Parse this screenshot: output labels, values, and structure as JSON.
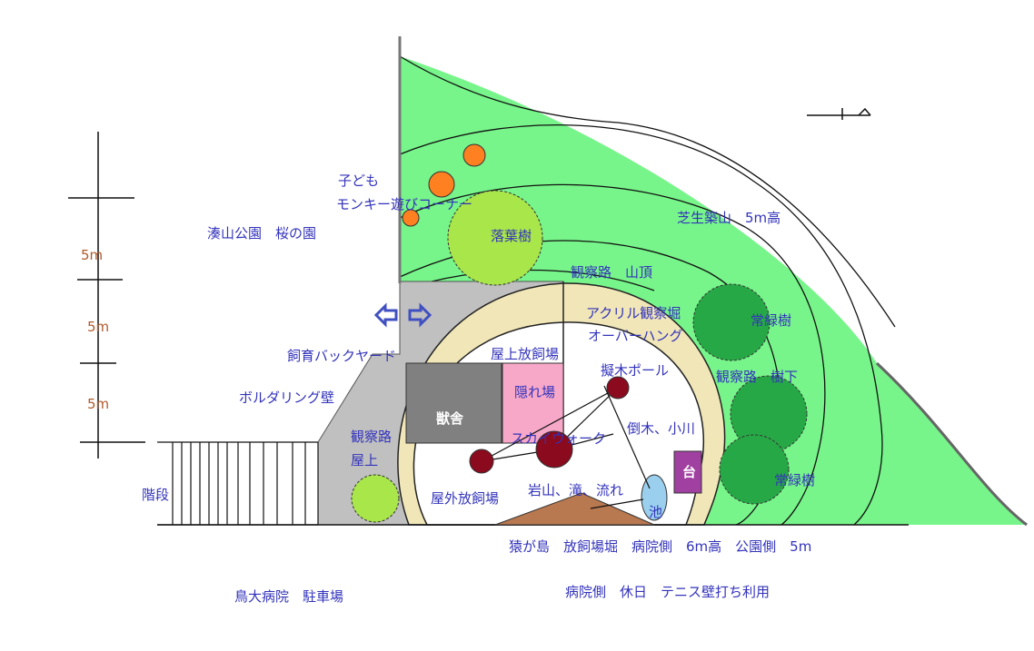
{
  "labels": {
    "minatoyama_park": "湊山公園　桜の園",
    "kids_corner_1": "子ども",
    "kids_corner_2": "モンキー遊びコーナー",
    "deciduous_tree": "落葉樹",
    "lawn_hill": "芝生築山　5m高",
    "obs_path_top": "観察路　山頂",
    "acrylic_moat": "アクリル観察堀",
    "overhang": "オーバーハング",
    "evergreen_top": "常緑樹",
    "obs_path_under_tree": "観察路　樹下",
    "evergreen_bottom": "常緑樹",
    "breeding_backyard": "飼育バックヤード",
    "bouldering_wall": "ボルダリング壁",
    "rooftop_pen": "屋上放飼場",
    "climbing_pole": "擬木ポール",
    "animal_house": "獣舎",
    "hiding_place": "隠れ場",
    "fallen_tree_stream": "倒木、小川",
    "skywalk": "スカイウォーク",
    "platform": "台",
    "obs_path_roof_1": "観察路",
    "obs_path_roof_2": "屋上",
    "outdoor_pen": "屋外放飼場",
    "rock_fall_stream": "岩山、滝、流れ",
    "pond": "池",
    "stairs": "階段",
    "monkey_island_moat": "猿が島　放飼場堀　病院側　6m高　公園側　5m",
    "hospital_parking": "鳥大病院　駐車場",
    "hospital_side_holiday": "病院側　休日　テニス壁打ち利用"
  },
  "scale_marks": [
    "5m",
    "5m",
    "5m"
  ],
  "colors": {
    "lawn": "#77f58a",
    "path_gray": "#c0c0c0",
    "moat_beige": "#f0e6b8",
    "animal_house": "#808080",
    "hiding_place": "#f7a8c8",
    "deciduous": "#a8e64a",
    "evergreen": "#27a846",
    "kids_dot": "#ff8020",
    "pole": "#8b0a1e",
    "pond": "#9ad0ee",
    "rock": "#b87850",
    "platform": "#a040a0",
    "arrow": "#4050c0",
    "text": "#3333bb",
    "scale_text": "#b05a2a"
  }
}
